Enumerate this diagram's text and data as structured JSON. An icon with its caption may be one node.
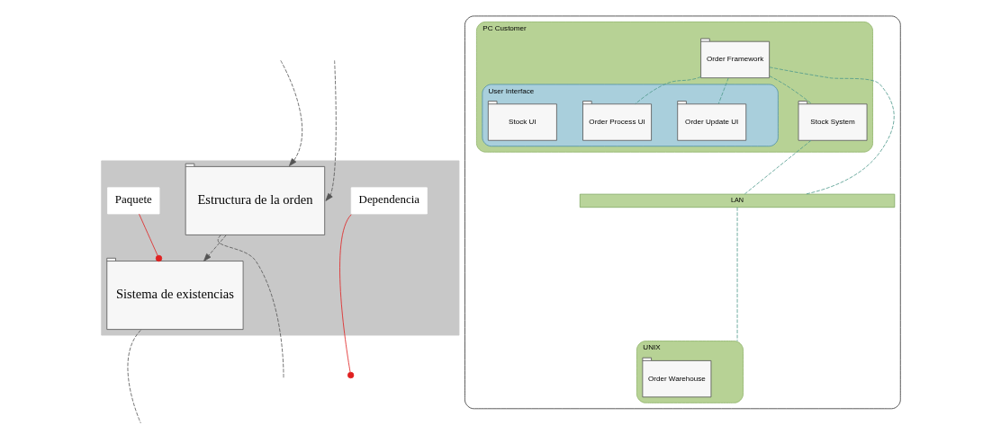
{
  "diagram": {
    "nodes": [
      {
        "text": [],
        "shape": "box"
      },
      {
        "text": [
          "Estructura de la orden"
        ],
        "in": 0
      },
      {
        "text": [
          "Sistema de existencias"
        ],
        "in": 0
      },
      {
        "text": [
          "Dependencia"
        ],
        "in": 0
      },
      {
        "text": [
          "Paquete"
        ],
        "in": 0
      },
      {
        "text": [],
        "shape": "box"
      },
      {
        "text": [
          "PC Customer"
        ],
        "in": 5
      },
      {
        "text": [
          "Order Framework"
        ],
        "in": 6
      },
      {
        "text": [
          "User Interface"
        ],
        "in": 6
      },
      {
        "text": [
          "Order Update UI"
        ],
        "in": 8
      },
      {
        "text": [
          "Order Process UI"
        ],
        "in": 8
      },
      {
        "text": [
          "Stock System"
        ],
        "in": 6
      },
      {
        "text": [
          "Stock UI"
        ],
        "in": 8
      },
      {
        "text": [
          "LAN"
        ],
        "in": 5
      },
      {
        "text": [
          "UNIX"
        ],
        "in": 5
      },
      {
        "text": [
          "Order Warehouse"
        ],
        "in": 14
      }
    ],
    "edges": [
      {
        "from": 1,
        "to": null,
        "arrow": "none",
        "style": "dashed"
      },
      {
        "from": null,
        "to": 1,
        "arrow": "to",
        "style": "dashed"
      },
      {
        "from": 1,
        "to": 2,
        "arrow": "to",
        "style": "dashed"
      },
      {
        "from": null,
        "to": 1,
        "arrow": "to",
        "style": "dashed"
      },
      {
        "from": 2,
        "to": null,
        "arrow": "none",
        "style": "dashed"
      },
      {
        "from": 3,
        "to": null,
        "arrow": "other",
        "color": "#e02020"
      },
      {
        "from": 4,
        "to": 2,
        "arrow": "other",
        "color": "#e02020"
      },
      {
        "from": 7,
        "to": 9,
        "arrow": "none",
        "style": "dashed",
        "color": "#4f9a8c"
      },
      {
        "from": 7,
        "to": 10,
        "arrow": "none",
        "style": "dashed",
        "color": "#4f9a8c"
      },
      {
        "from": 7,
        "to": 11,
        "arrow": "none",
        "style": "dashed",
        "color": "#4f9a8c"
      },
      {
        "from": 7,
        "to": 13,
        "arrow": "none",
        "style": "dashed",
        "color": "#4f9a8c"
      },
      {
        "from": 11,
        "to": 13,
        "arrow": "none",
        "style": "dashed",
        "color": "#4f9a8c"
      },
      {
        "from": 13,
        "to": 14,
        "arrow": "none",
        "style": "dashed",
        "color": "#4f9a8c"
      }
    ]
  }
}
